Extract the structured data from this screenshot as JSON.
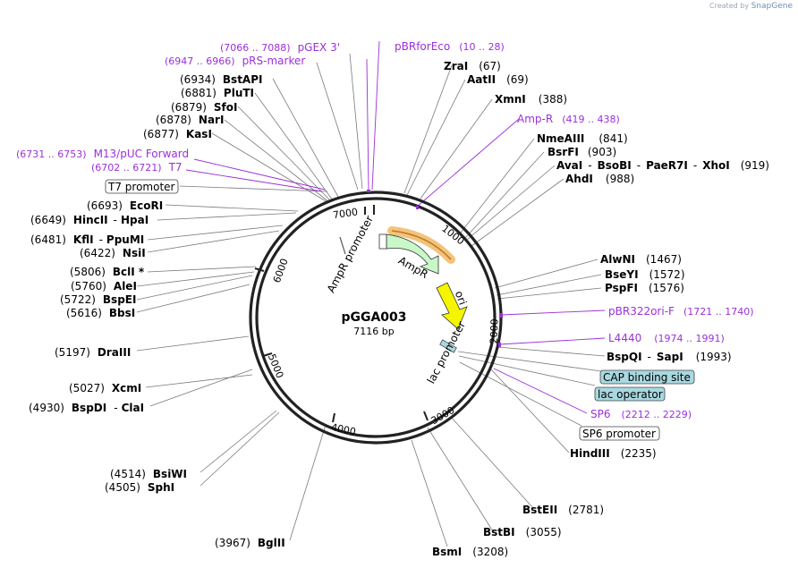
{
  "credit": {
    "prefix": "Created by",
    "brand": "SnapGene"
  },
  "plasmid": {
    "name": "pGGA003",
    "size_label": "7116 bp"
  },
  "ticks": [
    "1000",
    "2000",
    "3000",
    "4000",
    "5000",
    "6000",
    "7000"
  ],
  "inner_features": {
    "ampr": "AmpR",
    "ampr_promoter": "AmpR promoter",
    "ori": "ori",
    "lac_promoter": "lac promoter"
  },
  "enzymes": [
    {
      "name": "ZraI",
      "pos": "(67)"
    },
    {
      "name": "AatII",
      "pos": "(69)"
    },
    {
      "name": "XmnI",
      "pos": "(388)"
    },
    {
      "name": "NmeAIII",
      "pos": "(841)"
    },
    {
      "name": "BsrFI",
      "pos": "(903)"
    },
    {
      "name": "AvaI",
      "sep1": "-",
      "name2": "BsoBI",
      "sep2": "-",
      "name3": "PaeR7I",
      "sep3": "-",
      "name4": "XhoI",
      "pos": "(919)"
    },
    {
      "name": "AhdI",
      "pos": "(988)"
    },
    {
      "name": "AlwNI",
      "pos": "(1467)"
    },
    {
      "name": "BseYI",
      "pos": "(1572)"
    },
    {
      "name": "PspFI",
      "pos": "(1576)"
    },
    {
      "name": "BspQI",
      "sep1": "-",
      "name2": "SapI",
      "pos": "(1993)"
    },
    {
      "name": "HindIII",
      "pos": "(2235)"
    },
    {
      "name": "BstEII",
      "pos": "(2781)"
    },
    {
      "name": "BstBI",
      "pos": "(3055)"
    },
    {
      "name": "BsmI",
      "pos": "(3208)"
    },
    {
      "name": "BglII",
      "pos": "(3967)"
    },
    {
      "name": "BsiWI",
      "pos": "(4514)"
    },
    {
      "name": "SphI",
      "pos": "(4505)"
    },
    {
      "name": "XcmI",
      "pos": "(5027)"
    },
    {
      "name": "BspDI",
      "sep1": "-",
      "name2": "ClaI",
      "pos": "(4930)"
    },
    {
      "name": "DraIII",
      "pos": "(5197)"
    },
    {
      "name": "BbsI",
      "pos": "(5616)"
    },
    {
      "name": "BspEI",
      "pos": "(5722)"
    },
    {
      "name": "AleI",
      "pos": "(5760)"
    },
    {
      "name": "BclI *",
      "pos": "(5806)"
    },
    {
      "name": "NsiI",
      "pos": "(6422)"
    },
    {
      "name": "KflI",
      "sep1": "-",
      "name2": "PpuMI",
      "pos": "(6481)"
    },
    {
      "name": "HincII",
      "sep1": "-",
      "name2": "HpaI",
      "pos": "(6649)"
    },
    {
      "name": "EcoRI",
      "pos": "(6693)"
    },
    {
      "name": "KasI",
      "pos": "(6877)"
    },
    {
      "name": "NarI",
      "pos": "(6878)"
    },
    {
      "name": "SfoI",
      "pos": "(6879)"
    },
    {
      "name": "PluTI",
      "pos": "(6881)"
    },
    {
      "name": "BstAPI",
      "pos": "(6934)"
    }
  ],
  "primers": [
    {
      "name": "pBRforEco",
      "pos": "(10 .. 28)"
    },
    {
      "name": "Amp-R",
      "pos": "(419 .. 438)"
    },
    {
      "name": "pBR322ori-F",
      "pos": "(1721 .. 1740)"
    },
    {
      "name": "L4440",
      "pos": "(1974 .. 1991)"
    },
    {
      "name": "SP6",
      "pos": "(2212 .. 2229)"
    },
    {
      "name": "pGEX 3'",
      "pos": "(7066 .. 7088)"
    },
    {
      "name": "pRS-marker",
      "pos": "(6947 .. 6966)"
    },
    {
      "name": "M13/pUC Forward",
      "pos": "(6731 .. 6753)"
    },
    {
      "name": "T7",
      "pos": "(6702 .. 6721)"
    }
  ],
  "boxed_features": {
    "cap": "CAP binding site",
    "lac_operator": "lac operator",
    "sp6_promoter": "SP6 promoter",
    "t7_promoter": "T7 promoter"
  },
  "colors": {
    "primer": "#9b30d9",
    "ampr": "#c8f7c8",
    "ori": "#f5f500",
    "highlight": "#f3c37a",
    "boxed_teal": "#a8d8e0"
  }
}
